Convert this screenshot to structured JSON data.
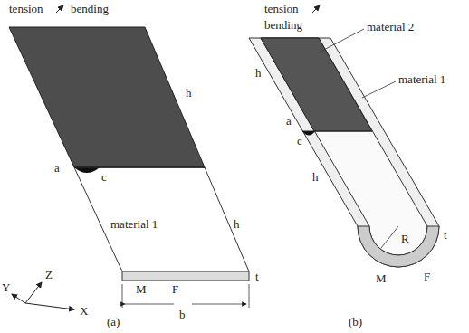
{
  "diagram": {
    "labels": [
      "tension",
      "bending",
      "h",
      "a",
      "c",
      "material 1",
      "h",
      "t",
      "M",
      "F",
      "b",
      "Y",
      "Z",
      "X",
      "(a)",
      "tension",
      "bending",
      "material 2",
      "material 1",
      "h",
      "h",
      "a",
      "c",
      "R",
      "t",
      "M",
      "F",
      "(b)"
    ]
  }
}
